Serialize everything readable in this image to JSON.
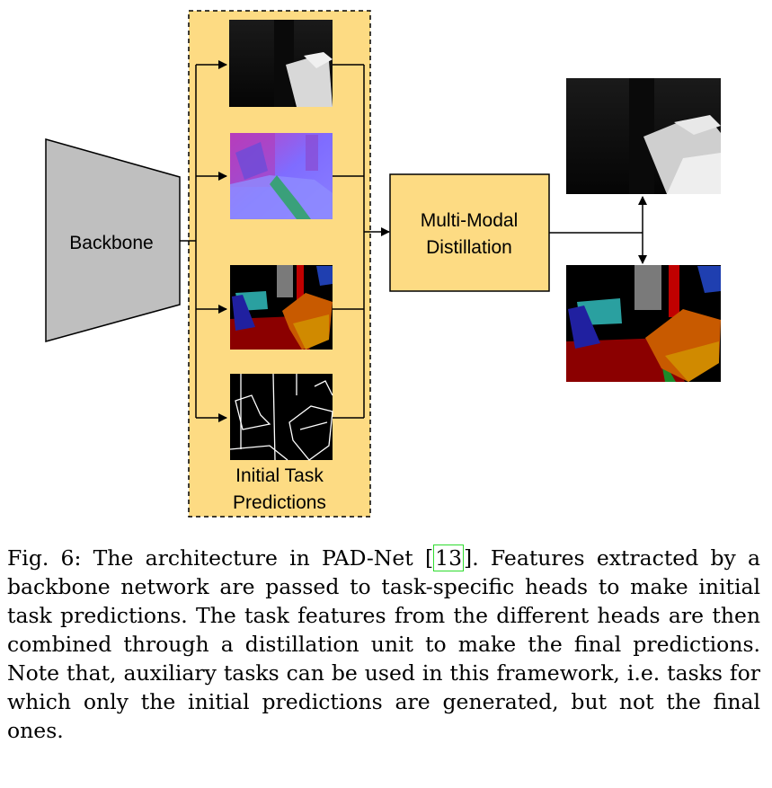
{
  "diagram": {
    "backbone_label": "Backbone",
    "distillation_label_line1": "Multi-Modal",
    "distillation_label_line2": "Distillation",
    "initial_predictions_line1": "Initial Task",
    "initial_predictions_line2": "Predictions",
    "colors": {
      "panel_fill": "#fddb83",
      "distillation_fill": "#fddb83",
      "backbone_fill": "#bfbfbf",
      "outline": "#000000"
    },
    "task_thumbnails": [
      "depth-map",
      "surface-normals",
      "semantic-segmentation",
      "edge-detection"
    ],
    "final_outputs": [
      "depth-map",
      "semantic-segmentation"
    ]
  },
  "caption": {
    "prefix": "Fig. 6: The architecture in PAD-Net [",
    "ref": "13",
    "suffix": "]. Features extracted by a backbone network are passed to task-specific heads to make initial task predictions. The task features from the different heads are then combined through a distillation unit to make the final predictions. Note that, auxiliary tasks can be used in this framework, i.e. tasks for which only the initial predictions are generated, but not the final ones."
  }
}
